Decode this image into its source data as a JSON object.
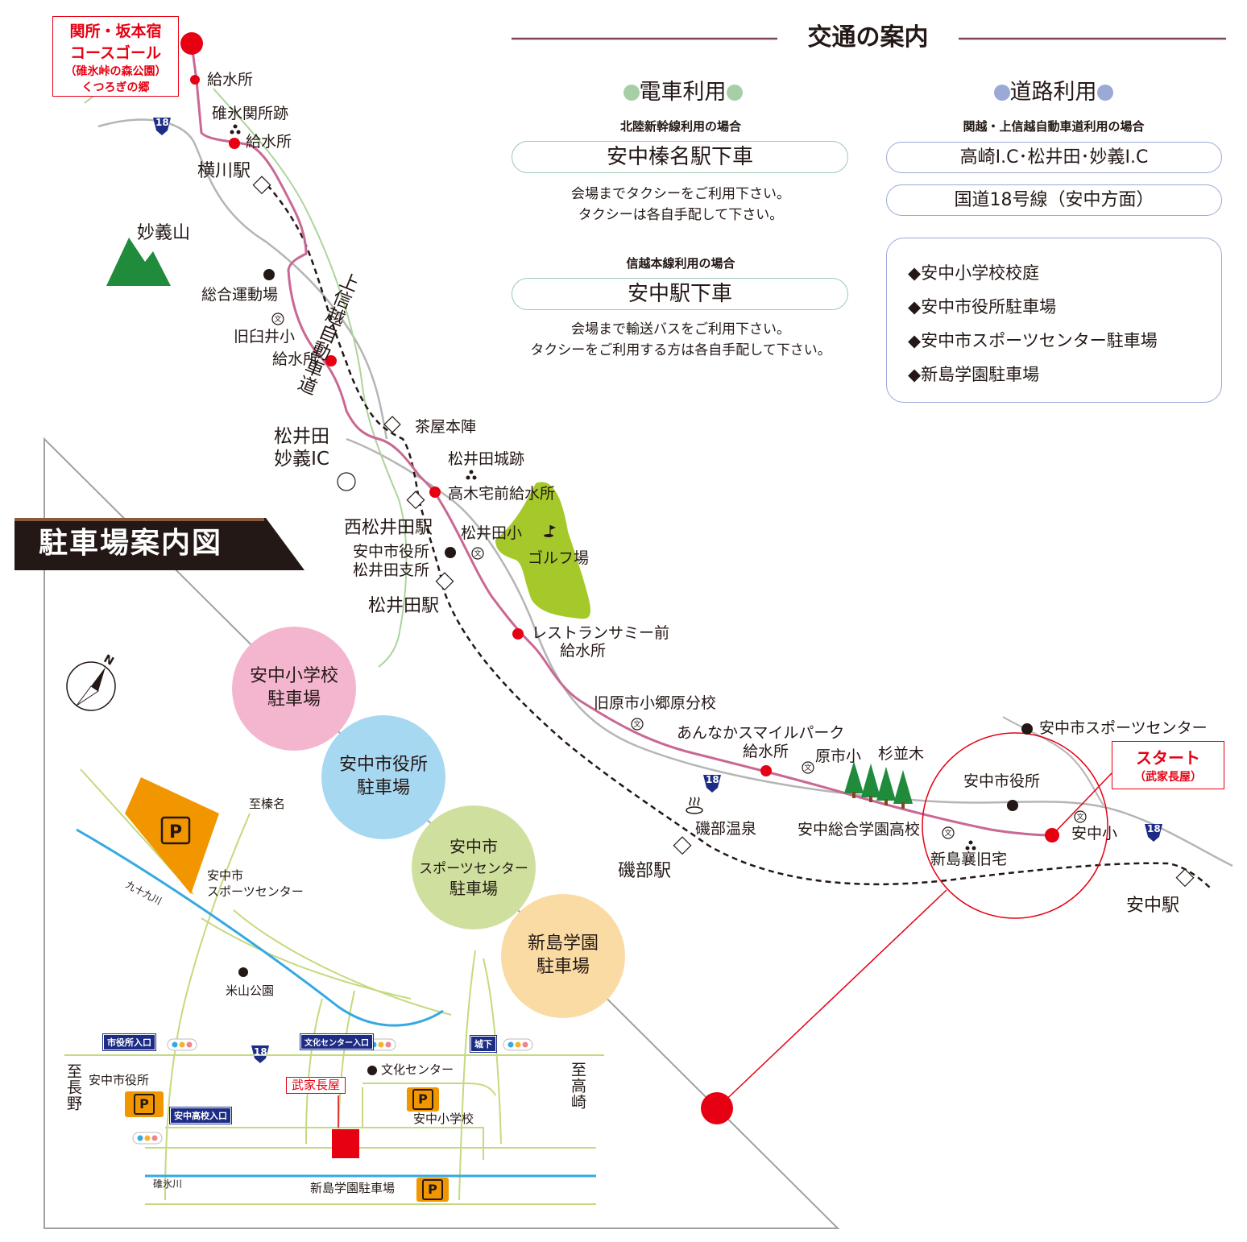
{
  "traffic": {
    "heading": "交通の案内",
    "train": {
      "title": "電車利用",
      "case1": "北陸新幹線利用の場合",
      "station1": "安中榛名駅下車",
      "note1_line1": "会場までタクシーをご利用下さい。",
      "note1_line2": "タクシーは各自手配して下さい。",
      "case2": "信越本線利用の場合",
      "station2": "安中駅下車",
      "note2_line1": "会場まで輸送バスをご利用下さい。",
      "note2_line2": "タクシーをご利用する方は各自手配して下さい。"
    },
    "road": {
      "title": "道路利用",
      "case": "関越・上信越自動車道利用の場合",
      "route1": "高崎I.C･松井田･妙義I.C",
      "route2": "国道18号線（安中方面）",
      "parking": [
        "◆安中小学校校庭",
        "◆安中市役所駐車場",
        "◆安中市スポーツセンター駐車場",
        "◆新島学園駐車場"
      ]
    }
  },
  "goal": {
    "line1": "関所・坂本宿",
    "line2": "コースゴール",
    "line3": "碓氷峠の森公園",
    "line4": "くつろぎの郷"
  },
  "start": {
    "label": "スタート",
    "sub": "（武家長屋）"
  },
  "places": {
    "kyusui1": "給水所",
    "usui_sekisho": "碓氷関所跡",
    "kyusui2": "給水所",
    "yokokawa": "横川駅",
    "myogi": "妙義山",
    "sogo_undojo": "総合運動場",
    "kyu_usui": "旧臼井小",
    "kyusui3": "給水所",
    "expressway": "上信越自動車道",
    "matsuida_ic_1": "松井田",
    "matsuida_ic_2": "妙義IC",
    "chaya_honjin": "茶屋本陣",
    "matsuida_castle": "松井田城跡",
    "takagi": "高木宅前給水所",
    "nishi_matsuida": "西松井田駅",
    "matsuida_sho": "松井田小",
    "golf": "ゴルフ場",
    "shiyakusho_branch1": "安中市役所",
    "shiyakusho_branch2": "松井田支所",
    "matsuida_st": "松井田駅",
    "restaurant1": "レストランサミー前",
    "restaurant2": "給水所",
    "kyu_harai": "旧原市小郷原分校",
    "annaka_smile1": "あんなかスマイルパーク",
    "annaka_smile2": "給水所",
    "haraichi": "原市小",
    "suginamiki": "杉並木",
    "sports_center": "安中市スポーツセンター",
    "shiyakusho": "安中市役所",
    "isobe_onsen": "磯部温泉",
    "sogo_gakuen": "安中総合学園高校",
    "annaka_sho": "安中小",
    "isobe_st": "磯部駅",
    "niijima_house": "新島襄旧宅",
    "annaka_st": "安中駅",
    "route18": "18"
  },
  "parking_map": {
    "title": "駐車場案内図",
    "circles": [
      {
        "line1": "安中小学校",
        "line2": "駐車場",
        "color": "#f4b6cf"
      },
      {
        "line1": "安中市役所",
        "line2": "駐車場",
        "color": "#a7d8f1"
      },
      {
        "line1": "安中市",
        "line2": "スポーツセンター",
        "line3": "駐車場",
        "color": "#cfe09e"
      },
      {
        "line1": "新島学園",
        "line2": "駐車場",
        "color": "#f9dba3"
      }
    ],
    "north": "N",
    "to_haruna": "至榛名",
    "sports_center1": "安中市",
    "sports_center2": "スポーツセンター",
    "kuzukugawa": "九十九川",
    "komeyama": "米山公園",
    "sign_shiyakusho": "市役所入口",
    "sign_bunka": "文化センター入口",
    "sign_joka": "城下",
    "sign_koko": "安中高校入口",
    "bunka_center": "文化センター",
    "to_nagano": "至長野",
    "to_takasaki": "至高崎",
    "shiyakusho": "安中市役所",
    "buke": "武家長屋",
    "annaka_sho": "安中小学校",
    "usuigawa": "碓氷川",
    "niijima_parking": "新島学園駐車場",
    "p": "P",
    "route18": "18"
  }
}
